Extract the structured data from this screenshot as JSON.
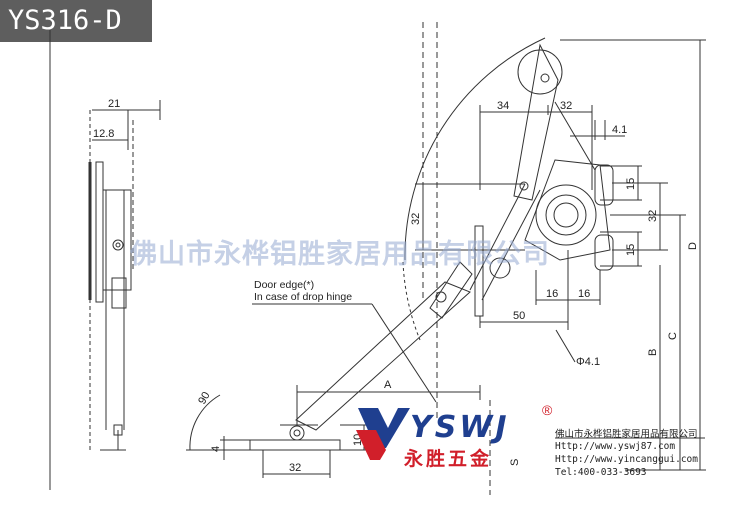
{
  "model": "YS316-D",
  "watermark": "佛山市永桦铝胜家居用品有限公司",
  "door_edge_note": {
    "line1": "Door edge(*)",
    "line2": "In case of drop hinge"
  },
  "dimensions": {
    "side_21": "21",
    "side_12_8": "12.8",
    "top_34": "34",
    "top_32": "32",
    "top_4_1": "4.1",
    "right_15_upper": "15",
    "right_32": "32",
    "right_15_lower": "15",
    "left_32": "32",
    "bottom_16_left": "16",
    "bottom_16_right": "16",
    "span_50": "50",
    "phi_4_1": "Φ4.1",
    "label_A": "A",
    "label_B": "B",
    "label_C": "C",
    "label_D": "D",
    "label_S": "S",
    "angle_90": "90",
    "base_4": "4",
    "base_10": "10",
    "base_32": "32"
  },
  "logo": {
    "brand": "YSWJ",
    "chinese": "永胜五金",
    "registered": "®"
  },
  "company": {
    "name": "佛山市永桦铝胜家居用品有限公司",
    "website1": "Http://www.yswj87.com",
    "website2": "Http://www.yincanggui.com",
    "phone": "Tel:400-033-3693"
  },
  "colors": {
    "badge_bg": "#5e5e5e",
    "line": "#333333",
    "logo_blue": "#1f3f8f",
    "logo_red": "#d11f2a"
  }
}
